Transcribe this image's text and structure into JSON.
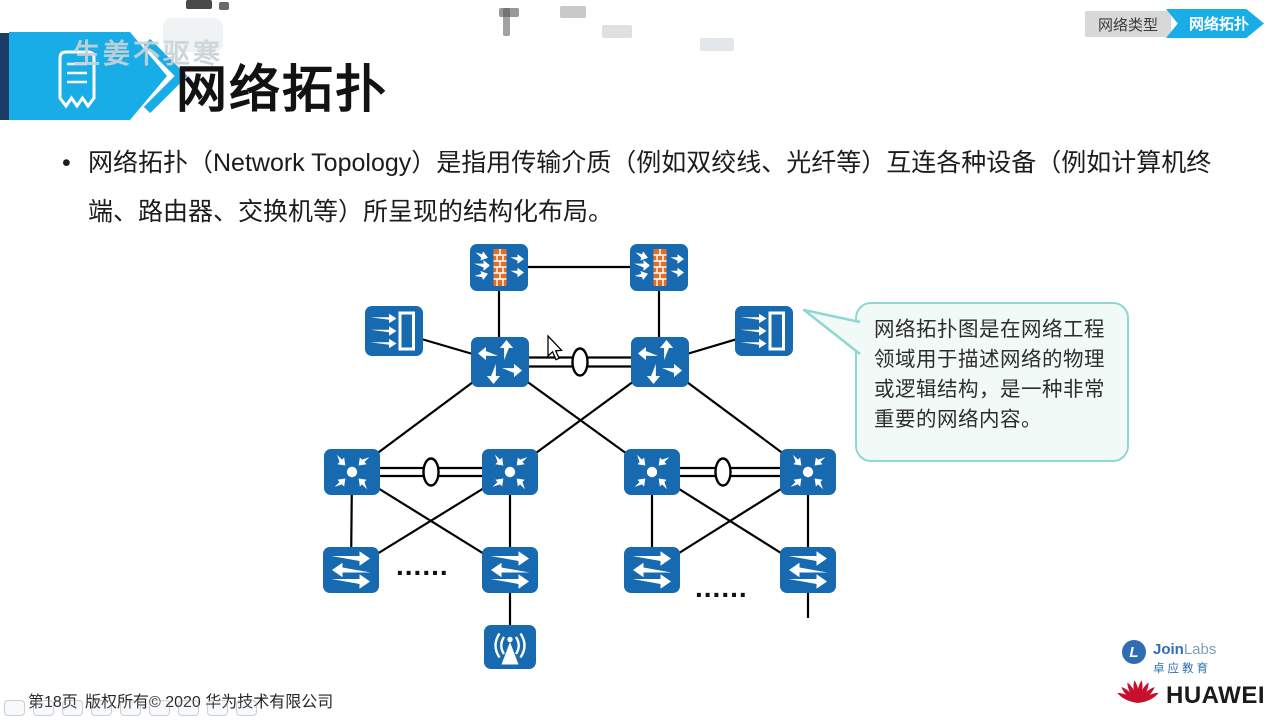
{
  "slide": {
    "tabs": {
      "left": "网络类型",
      "right": "网络拓扑"
    },
    "header": {
      "title": "网络拓扑"
    },
    "bullet_marker": "•",
    "bullet_text": "网络拓扑（Network Topology）是指用传输介质（例如双绞线、光纤等）互连各种设备（例如计算机终端、路由器、交换机等）所呈现的结构化布局。",
    "callout_text": "网络拓扑图是在网络工程\n领域用于描述网络的物理\n或逻辑结构，是一种非常\n重要的网络内容。",
    "diagram": {
      "ellipsis_left": "......",
      "ellipsis_right": "......",
      "nodes": [
        {
          "id": "firewall-1",
          "type": "firewall"
        },
        {
          "id": "firewall-2",
          "type": "firewall"
        },
        {
          "id": "edge-device-left",
          "type": "converging-arrows-device"
        },
        {
          "id": "edge-device-right",
          "type": "converging-arrows-device"
        },
        {
          "id": "router-1",
          "type": "router"
        },
        {
          "id": "router-2",
          "type": "router"
        },
        {
          "id": "agg-switch-1",
          "type": "aggregation-switch"
        },
        {
          "id": "agg-switch-2",
          "type": "aggregation-switch"
        },
        {
          "id": "agg-switch-3",
          "type": "aggregation-switch"
        },
        {
          "id": "agg-switch-4",
          "type": "aggregation-switch"
        },
        {
          "id": "access-switch-1",
          "type": "access-switch"
        },
        {
          "id": "access-switch-2",
          "type": "access-switch"
        },
        {
          "id": "access-switch-3",
          "type": "access-switch"
        },
        {
          "id": "access-switch-4",
          "type": "access-switch"
        },
        {
          "id": "wireless-ap",
          "type": "wireless-ap"
        }
      ]
    },
    "footer": {
      "page_label": "第18页",
      "copyright": "版权所有© 2020 华为技术有限公司"
    },
    "branding": {
      "joinlabs_initial": "L",
      "joinlabs_primary": "Join",
      "joinlabs_secondary": "Labs",
      "joinlabs_caption": "卓应教育",
      "huawei_wordmark": "HUAWEI"
    },
    "watermark": {
      "danmaku": "生姜不驱寒"
    },
    "colors": {
      "accent_blue": "#18ADE6",
      "navy_strip": "#1A3C66",
      "icon_blue": "#1769B0",
      "brick_orange": "#E06E24",
      "callout_border": "#8FD8D2",
      "callout_bg": "#F2FAF8",
      "tab_gray": "#D8D8D8",
      "huawei_red": "#C8102E",
      "joinlabs_blue": "#2E6DB4"
    }
  }
}
